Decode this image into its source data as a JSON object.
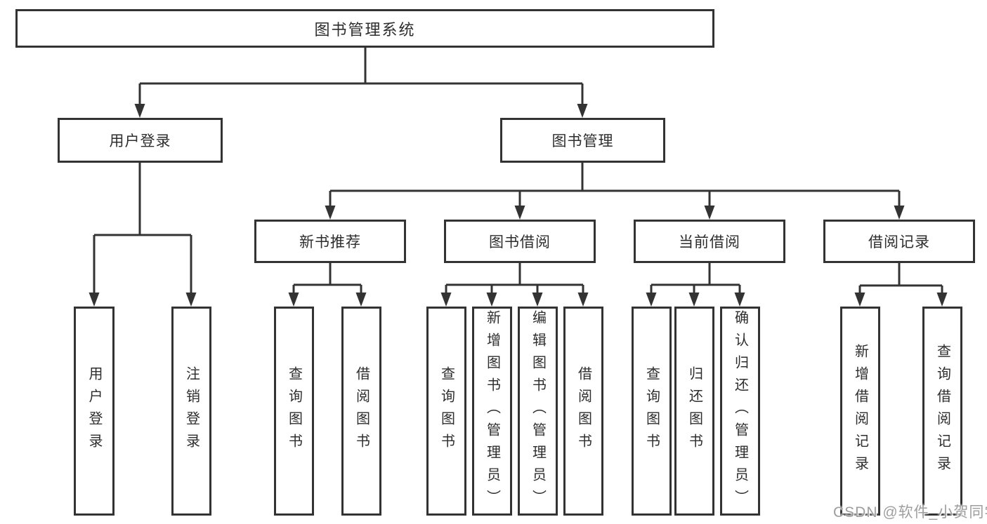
{
  "diagram_title": "图书管理系统",
  "tree": {
    "label": "图书管理系统",
    "children": [
      {
        "label": "用户登录",
        "children": [
          {
            "label": "用户登录"
          },
          {
            "label": "注销登录"
          }
        ]
      },
      {
        "label": "图书管理",
        "children": [
          {
            "label": "新书推荐",
            "children": [
              {
                "label": "查询图书"
              },
              {
                "label": "借阅图书"
              }
            ]
          },
          {
            "label": "图书借阅",
            "children": [
              {
                "label": "查询图书"
              },
              {
                "label": "新增图书（管理员）"
              },
              {
                "label": "编辑图书（管理员）"
              },
              {
                "label": "借阅图书"
              }
            ]
          },
          {
            "label": "当前借阅",
            "children": [
              {
                "label": "查询图书"
              },
              {
                "label": "归还图书"
              },
              {
                "label": "确认归还（管理员）"
              }
            ]
          },
          {
            "label": "借阅记录",
            "children": [
              {
                "label": "新增借阅记录"
              },
              {
                "label": "查询借阅记录"
              }
            ]
          }
        ]
      }
    ]
  },
  "watermark": {
    "text": "CSDN @软件_小贺同学"
  },
  "colors": {
    "line": "#333333",
    "text": "#2d2d2d",
    "box_background": "#ffffff",
    "watermark": "#9e9e9e"
  }
}
